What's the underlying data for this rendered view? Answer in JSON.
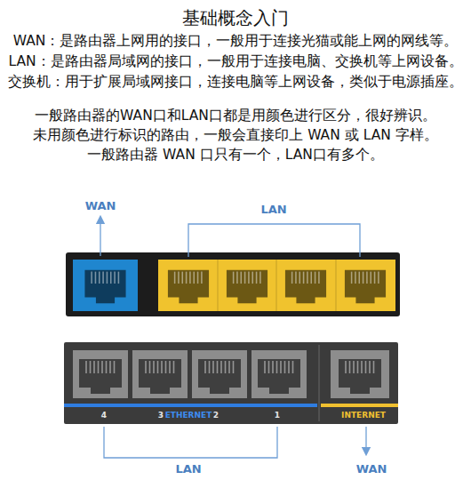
{
  "diagram": {
    "title": "基础概念入门",
    "labels": [
      "WAN：是路由器上网用的接口，一般用于连接光猫或能上网的网线等。",
      "LAN：是路由器局域网的接口，一般用于连接电脑、交换机等上网设备。",
      "交换机：用于扩展局域网接口，连接电脑等上网设备，类似于电源插座。",
      "一般路由器的WAN口和LAN口都是用颜色进行区分，很好辨识。",
      "未用颜色进行标识的路由，一般会直接印上 WAN 或 LAN 字样。",
      "一般路由器 WAN 口只有一个，LAN口有多个。",
      "WAN",
      "LAN",
      "4",
      "3",
      "ETHERNET",
      "2",
      "1",
      "INTERNET",
      "LAN",
      "WAN"
    ]
  }
}
